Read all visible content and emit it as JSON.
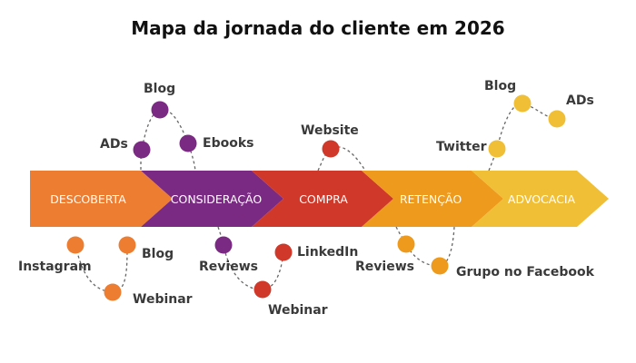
{
  "title": "Mapa da jornada do cliente em 2026",
  "stages": [
    {
      "label": "DESCOBERTA",
      "color": "#ED7D31"
    },
    {
      "label": "CONSIDERAÇÃO",
      "color": "#7B2A84"
    },
    {
      "label": "COMPRA",
      "color": "#D0392A"
    },
    {
      "label": "RETENÇÃO",
      "color": "#EE9A1C"
    },
    {
      "label": "ADVOCACIA",
      "color": "#F1BF35"
    }
  ],
  "touchpoints": {
    "descoberta": [
      "Instagram",
      "Webinar",
      "Blog"
    ],
    "consideracao_top": [
      "ADs",
      "Blog",
      "Ebooks"
    ],
    "consideracao_bottom": [
      "Reviews",
      "Webinar"
    ],
    "compra_top": [
      "Website"
    ],
    "compra_bottom": [
      "LinkedIn"
    ],
    "retencao": [
      "Reviews",
      "Grupo no Facebook"
    ],
    "advocacia": [
      "Twitter",
      "Blog",
      "ADs"
    ]
  }
}
